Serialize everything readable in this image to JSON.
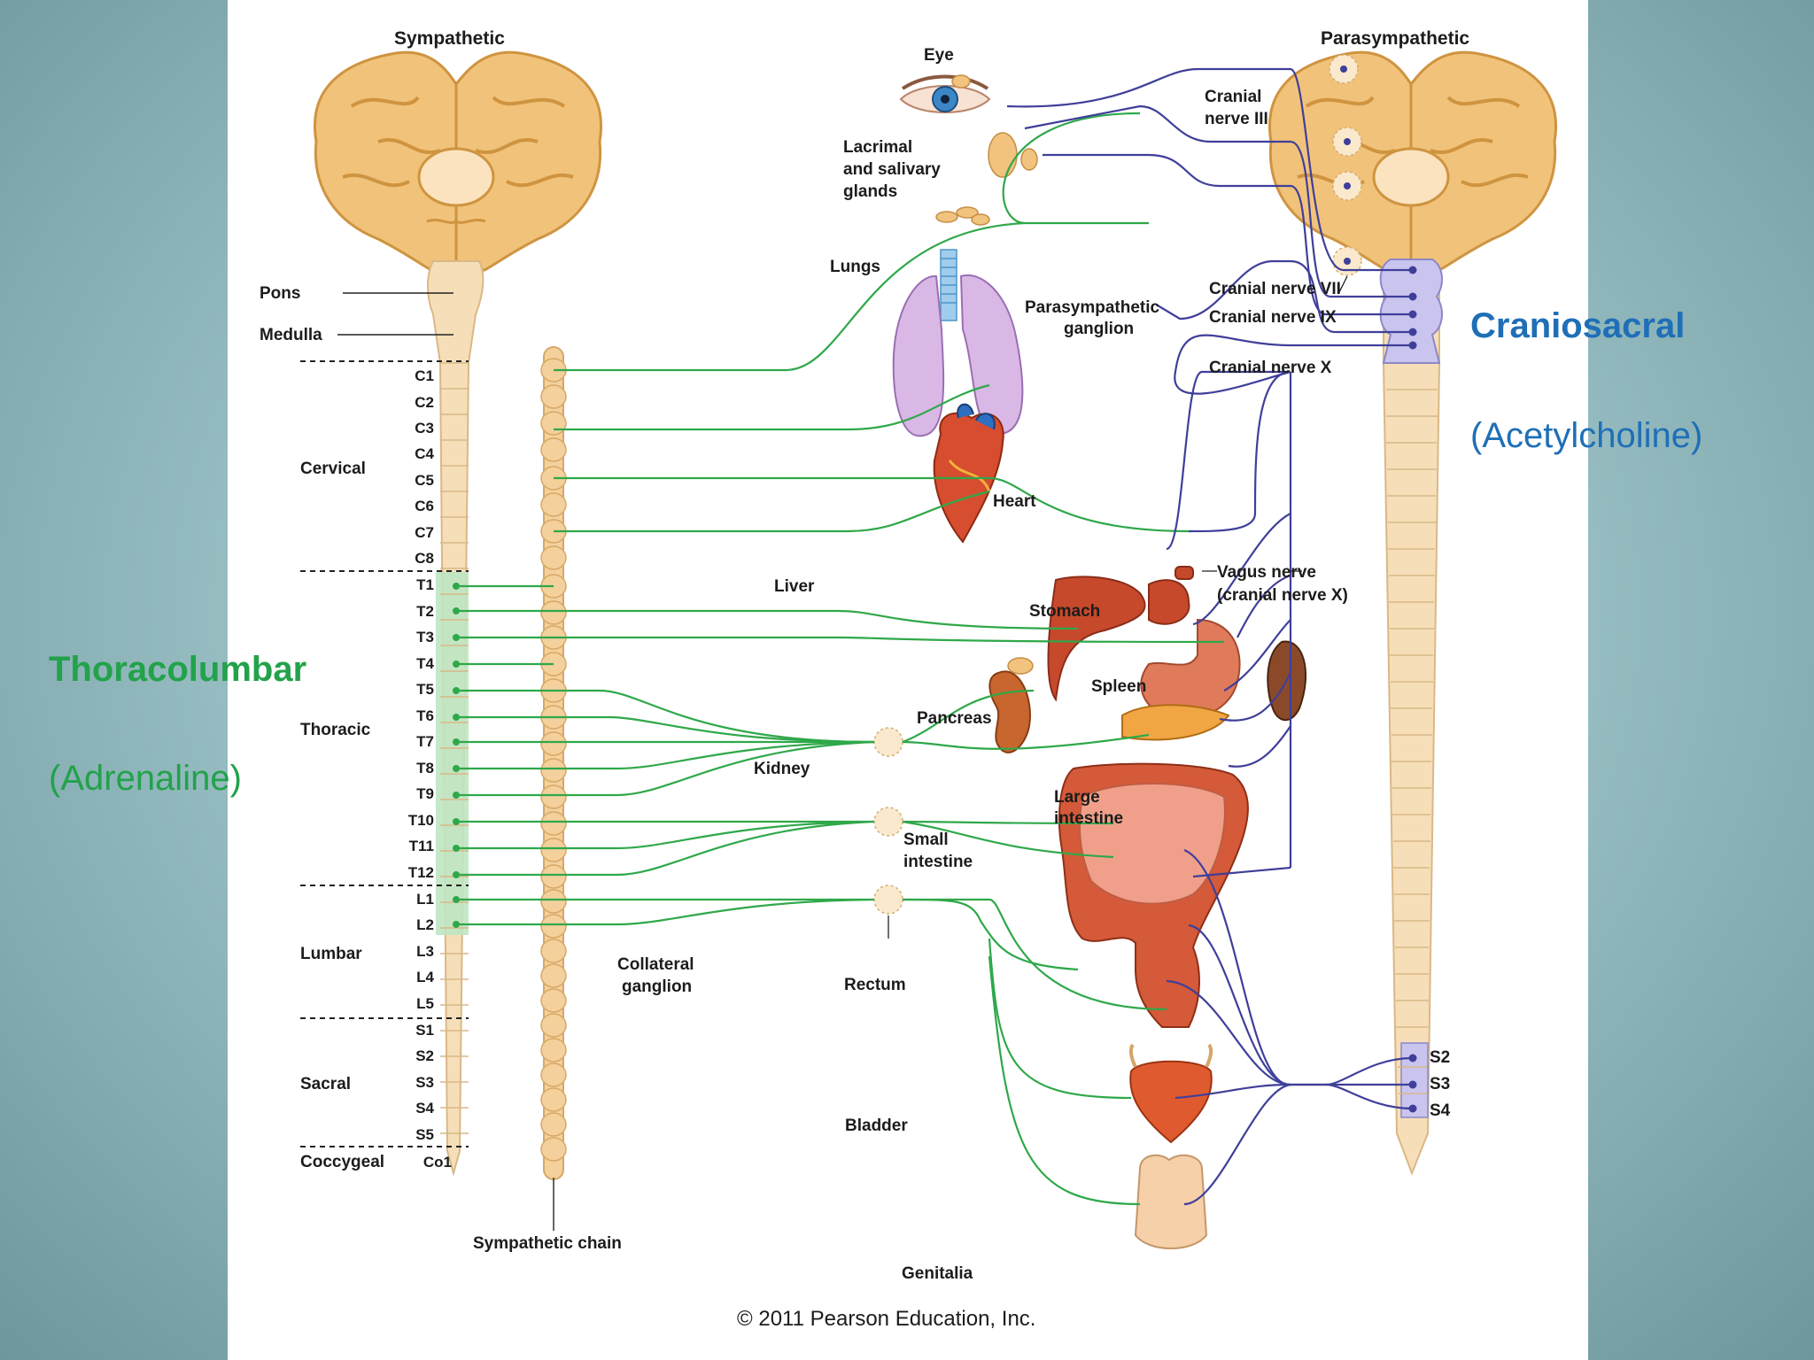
{
  "colors": {
    "sympathetic": "#2fa84a",
    "parasympathetic": "#3f3f9a",
    "craniosacral_text": "#1f6fb7",
    "thoracolumbar_text": "#22a24a",
    "cord": "#f6dfb8",
    "brain": "#f1c27a"
  },
  "slide": {
    "thoracolumbar_title": "Thoracolumbar",
    "thoracolumbar_sub": "(Adrenaline)",
    "craniosacral_title": "Craniosacral",
    "craniosacral_sub": "(Acetylcholine)"
  },
  "headers": {
    "sympathetic": "Sympathetic",
    "parasympathetic": "Parasympathetic"
  },
  "regions": {
    "pons": "Pons",
    "medulla": "Medulla",
    "cervical": "Cervical",
    "thoracic": "Thoracic",
    "lumbar": "Lumbar",
    "sacral": "Sacral",
    "coccygeal": "Coccygeal"
  },
  "segments": [
    "C1",
    "C2",
    "C3",
    "C4",
    "C5",
    "C6",
    "C7",
    "C8",
    "T1",
    "T2",
    "T3",
    "T4",
    "T5",
    "T6",
    "T7",
    "T8",
    "T9",
    "T10",
    "T11",
    "T12",
    "L1",
    "L2",
    "L3",
    "L4",
    "L5",
    "S1",
    "S2",
    "S3",
    "S4",
    "S5",
    "Co1"
  ],
  "organs": {
    "eye": "Eye",
    "lacrimal_1": "Lacrimal",
    "lacrimal_2": "and salivary",
    "lacrimal_3": "glands",
    "lungs": "Lungs",
    "heart": "Heart",
    "liver": "Liver",
    "stomach": "Stomach",
    "spleen": "Spleen",
    "pancreas": "Pancreas",
    "kidney": "Kidney",
    "large_int_1": "Large",
    "large_int_2": "intestine",
    "small_int_1": "Small",
    "small_int_2": "intestine",
    "rectum": "Rectum",
    "bladder": "Bladder",
    "genitalia": "Genitalia"
  },
  "nerves": {
    "cn3_1": "Cranial",
    "cn3_2": "nerve III",
    "cn7": "Cranial nerve VII",
    "cn9": "Cranial nerve IX",
    "cn10": "Cranial nerve X",
    "vagus_1": "Vagus nerve",
    "vagus_2": "(cranial nerve X)",
    "para_ganglion_1": "Parasympathetic",
    "para_ganglion_2": "ganglion",
    "collateral_1": "Collateral",
    "collateral_2": "ganglion",
    "sympathetic_chain": "Sympathetic chain",
    "s2": "S2",
    "s3": "S3",
    "s4": "S4"
  },
  "copyright": "© 2011 Pearson Education, Inc."
}
